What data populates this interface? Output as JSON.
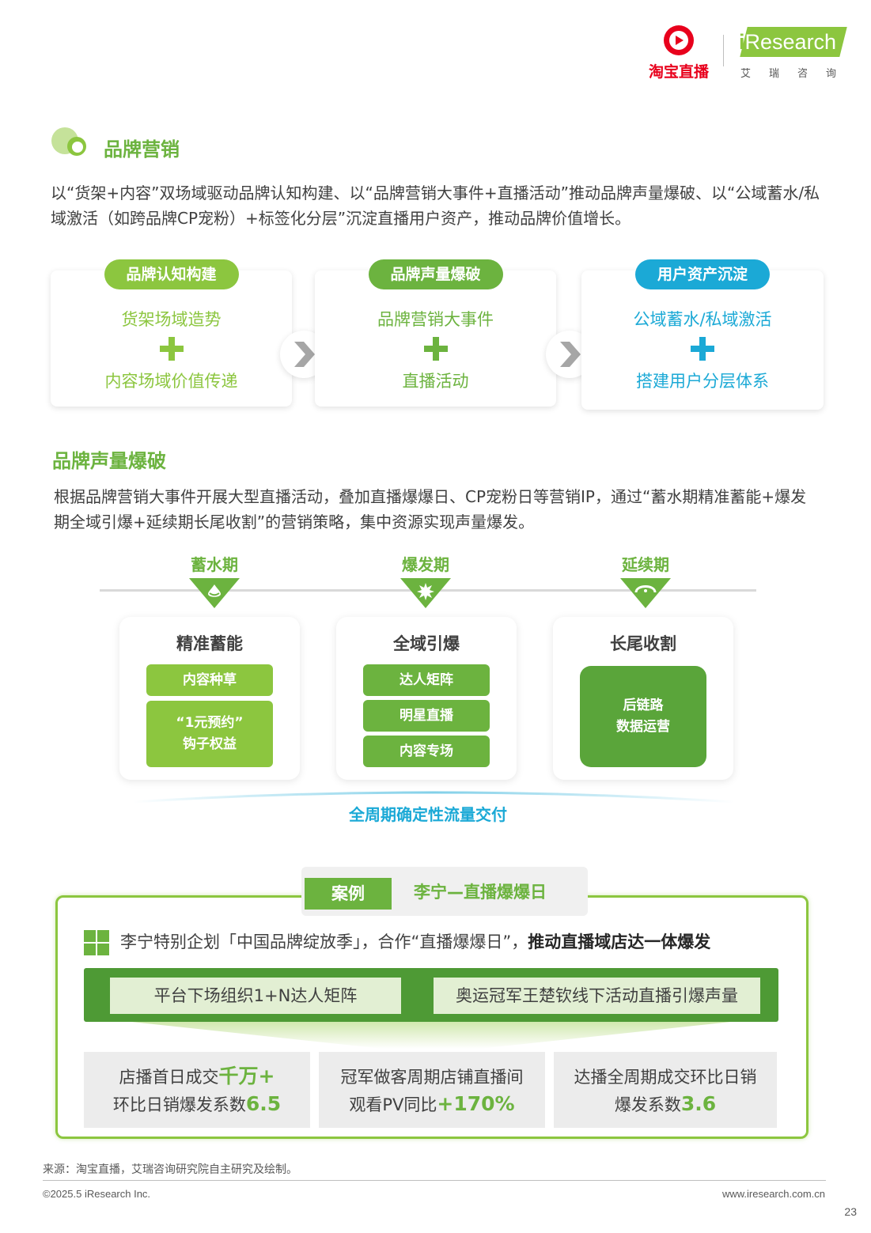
{
  "header": {
    "taobao_logo_text": "淘宝直播",
    "iresearch_word": "Research",
    "iresearch_i": "i",
    "iresearch_sub": "艾瑞咨询"
  },
  "section": {
    "title": "品牌营销",
    "intro": "以“货架+内容”双场域驱动品牌认知构建、以“品牌营销大事件+直播活动”推动品牌声量爆破、以“公域蓄水/私域激活（如跨品牌CP宠粉）+标签化分层”沉淀直播用户资产，推动品牌价值增长。"
  },
  "cards": [
    {
      "pill": "品牌认知构建",
      "line1": "货架场域造势",
      "line2": "内容场域价值传递"
    },
    {
      "pill": "品牌声量爆破",
      "line1": "品牌营销大事件",
      "line2": "直播活动"
    },
    {
      "pill": "用户资产沉淀",
      "line1": "公域蓄水/私域激活",
      "line2": "搭建用户分层体系"
    }
  ],
  "colors": {
    "light_green": "#8cc63f",
    "green": "#6cb33f",
    "dark_green": "#4e9a35",
    "blue": "#1ba9d6",
    "red": "#e8001c"
  },
  "subsection": {
    "title": "品牌声量爆破",
    "paragraph": "根据品牌营销大事件开展大型直播活动，叠加直播爆爆日、CP宠粉日等营销IP，通过“蓄水期精准蓄能+爆发期全域引爆+延续期长尾收割”的营销策略，集中资源实现声量爆发。"
  },
  "phases": [
    {
      "label": "蓄水期",
      "stage": "精准蓄能",
      "tags": [
        "内容种草",
        "“1元预约”\n钩子权益"
      ]
    },
    {
      "label": "爆发期",
      "stage": "全域引爆",
      "tags": [
        "达人矩阵",
        "明星直播",
        "内容专场"
      ]
    },
    {
      "label": "延续期",
      "stage": "长尾收割",
      "tags": [
        "后链路\n数据运营"
      ]
    }
  ],
  "full_cycle": "全周期确定性流量交付",
  "case": {
    "label": "案例",
    "name": "李宁—直播爆爆日",
    "desc_prefix": "李宁特别企划「中国品牌绽放季」，合作“直播爆爆日”，",
    "desc_bold": "推动直播域店达一体爆发",
    "bar_items": [
      "平台下场组织1+N达人矩阵",
      "奥运冠军王楚钦线下活动直播引爆声量"
    ],
    "stats": [
      {
        "l1_pre": "店播首日成交",
        "l1_hl": "千万+",
        "l2_pre": "环比日销爆发系数",
        "l2_hl": "6.5"
      },
      {
        "l1_pre": "冠军做客周期店铺直播间",
        "l1_hl": "",
        "l2_pre": "观看PV同比",
        "l2_hl": "+170%"
      },
      {
        "l1_pre": "达播全周期成交环比日销",
        "l1_hl": "",
        "l2_pre": "爆发系数",
        "l2_hl": "3.6"
      }
    ]
  },
  "footer": {
    "source": "来源：淘宝直播，艾瑞咨询研究院自主研究及绘制。",
    "copyright": "©2025.5 iResearch Inc.",
    "website": "www.iresearch.com.cn",
    "page": "23"
  }
}
